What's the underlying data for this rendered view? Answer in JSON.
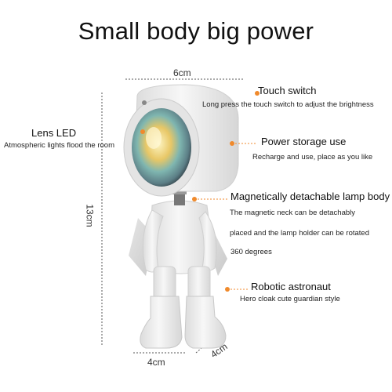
{
  "title": "Small body big power",
  "dimensions": {
    "width_top": "6cm",
    "height": "13cm",
    "base_width": "4cm",
    "base_depth": "4cm"
  },
  "features": [
    {
      "name": "Touch switch",
      "desc": "Long press the touch switch to adjust the brightness"
    },
    {
      "name": "Lens LED",
      "desc": "Atmospheric lights flood the room"
    },
    {
      "name": "Power storage use",
      "desc": "Recharge and use, place as you like"
    },
    {
      "name": "Magnetically detachable lamp body",
      "desc_lines": [
        "The magnetic neck can be detachably",
        "placed and the lamp holder can be rotated",
        "360 degrees"
      ]
    },
    {
      "name": "Robotic astronaut",
      "desc": "Hero cloak cute guardian style"
    }
  ],
  "colors": {
    "accent": "#f08a2c",
    "dim_line": "#555555",
    "body": "#f2f2f2"
  }
}
